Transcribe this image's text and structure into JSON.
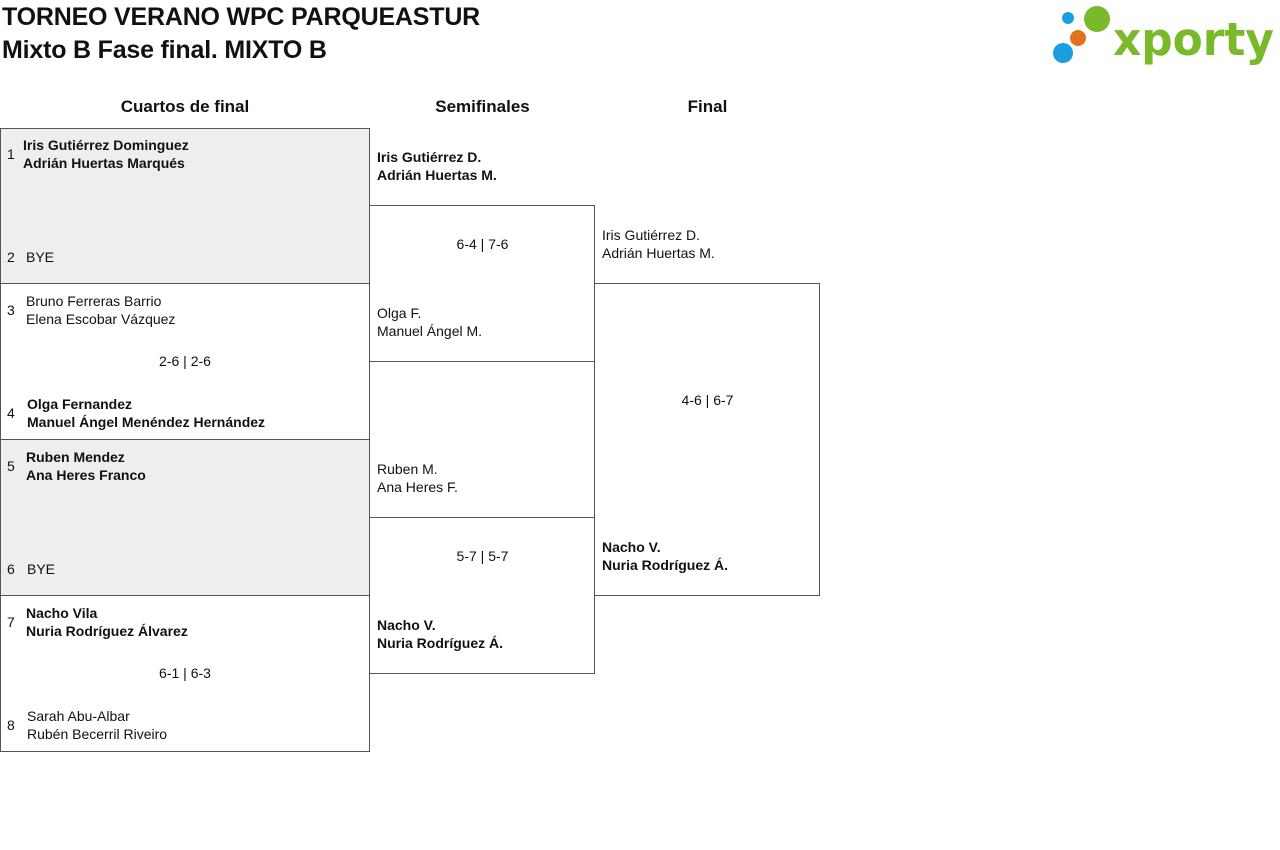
{
  "header": {
    "title": "TORNEO VERANO WPC PARQUEASTUR",
    "subtitle": "Mixto B Fase final. MIXTO B",
    "logo_text": "xporty",
    "logo_colors": [
      "#1a9ee0",
      "#7ab929",
      "#e2731c"
    ]
  },
  "rounds": [
    "Cuartos de final",
    "Semifinales",
    "Final"
  ],
  "quarterfinals": [
    {
      "top": {
        "seed": "1",
        "line1": "Iris Gutiérrez Dominguez",
        "line2": "Adrián Huertas Marqués"
      },
      "bottom": {
        "seed": "2",
        "line1": "BYE",
        "line2": ""
      },
      "score": ""
    },
    {
      "top": {
        "seed": "3",
        "line1": "Bruno Ferreras Barrio",
        "line2": "Elena Escobar Vázquez"
      },
      "bottom": {
        "seed": "4",
        "line1": "Olga Fernandez",
        "line2": "Manuel Ángel Menéndez Hernández"
      },
      "score": "2-6 | 2-6"
    },
    {
      "top": {
        "seed": "5",
        "line1": "Ruben Mendez",
        "line2": "Ana Heres Franco"
      },
      "bottom": {
        "seed": "6",
        "line1": "BYE",
        "line2": ""
      },
      "score": ""
    },
    {
      "top": {
        "seed": "7",
        "line1": "Nacho Vila",
        "line2": "Nuria Rodríguez Álvarez"
      },
      "bottom": {
        "seed": "8",
        "line1": "Sarah Abu-Albar",
        "line2": "Rubén Becerril Riveiro"
      },
      "score": "6-1 | 6-3"
    }
  ],
  "semifinals": [
    {
      "top": {
        "line1": "Iris Gutiérrez D.",
        "line2": "Adrián Huertas M."
      },
      "bottom": {
        "line1": "Olga F.",
        "line2": "Manuel Ángel M."
      },
      "score": "6-4 | 7-6"
    },
    {
      "top": {
        "line1": "Ruben M.",
        "line2": "Ana Heres F."
      },
      "bottom": {
        "line1": "Nacho V.",
        "line2": "Nuria Rodríguez Á."
      },
      "score": "5-7 | 5-7"
    }
  ],
  "final": {
    "top": {
      "line1": "Iris Gutiérrez D.",
      "line2": "Adrián Huertas M."
    },
    "bottom": {
      "line1": "Nacho V.",
      "line2": "Nuria Rodríguez Á."
    },
    "score": "4-6 | 6-7"
  }
}
